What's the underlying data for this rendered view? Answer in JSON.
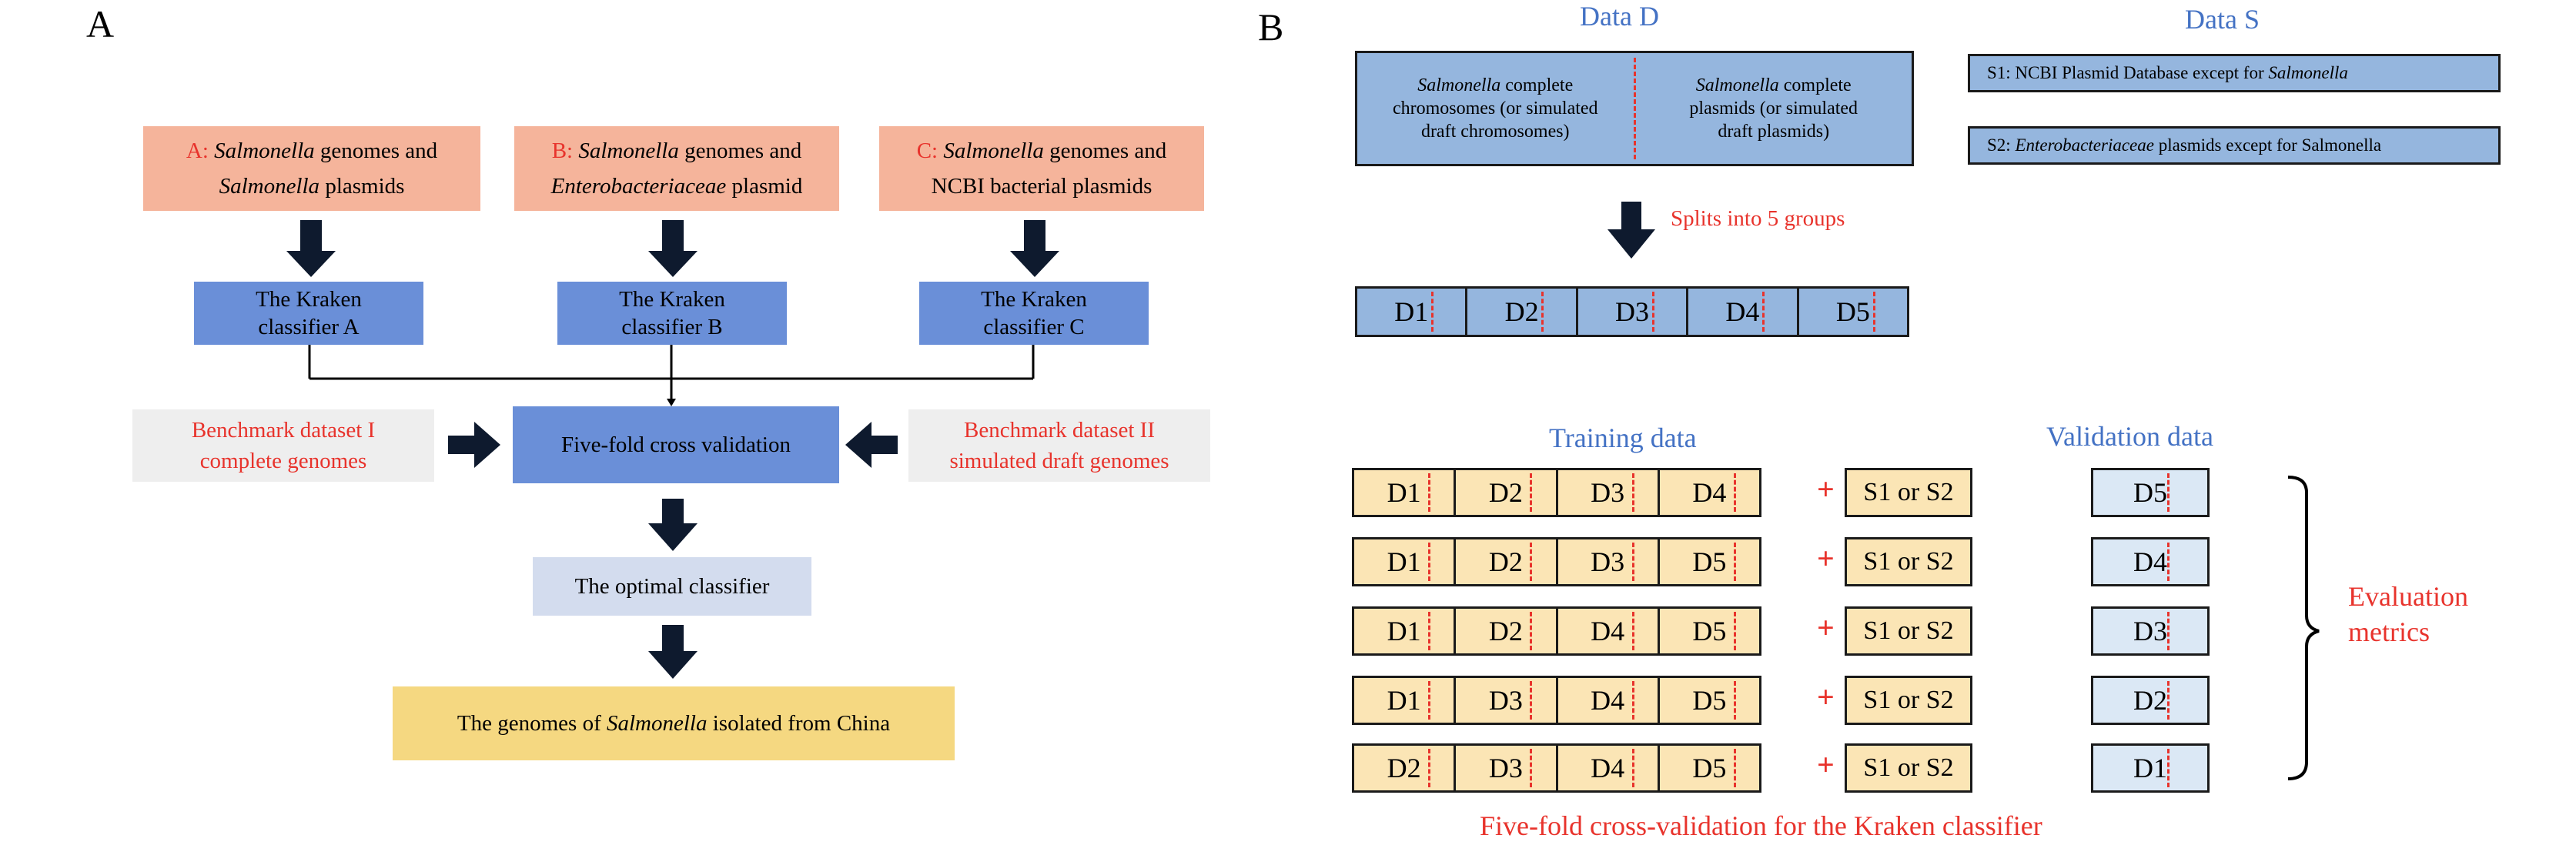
{
  "panel_a": {
    "letter": "A",
    "sources": [
      {
        "prefix": "A: ",
        "italic1": "Salmonella",
        "rest1": " genomes and",
        "italic2": "Salmonella",
        "rest2": " plasmids"
      },
      {
        "prefix": "B: ",
        "italic1": "Salmonella",
        "rest1": " genomes and",
        "italic2": "Enterobacteriaceae",
        "rest2": " plasmid"
      },
      {
        "prefix": "C: ",
        "italic1": "Salmonella",
        "rest1": " genomes and",
        "italic2": "",
        "rest2": "NCBI bacterial plasmids"
      }
    ],
    "classifiers": [
      {
        "line1": "The Kraken",
        "line2": "classifier A"
      },
      {
        "line1": "The Kraken",
        "line2": "classifier B"
      },
      {
        "line1": "The Kraken",
        "line2": "classifier C"
      }
    ],
    "benchmark_left": {
      "line1": "Benchmark dataset I",
      "line2": "complete genomes"
    },
    "benchmark_right": {
      "line1": "Benchmark dataset II",
      "line2": "simulated draft genomes"
    },
    "cross_validation": "Five-fold cross validation",
    "optimal": "The optimal classifier",
    "china": {
      "pre": "The genomes of ",
      "italic": "Salmonella",
      "post": " isolated from China"
    }
  },
  "panel_b": {
    "letter": "B",
    "data_d_title": "Data D",
    "data_s_title": "Data S",
    "data_d_left": {
      "italic": "Salmonella",
      "rest": " complete",
      "line2": "chromosomes (or simulated",
      "line3": "draft chromosomes)"
    },
    "data_d_right": {
      "italic": "Salmonella",
      "rest": " complete",
      "line2": "plasmids (or simulated",
      "line3": "draft plasmids)"
    },
    "s1": {
      "pre": "S1: NCBI Plasmid Database except for ",
      "italic": "Salmonella"
    },
    "s2": {
      "pre": "S2: ",
      "italic": "Enterobacteriaceae",
      "post": " plasmids except for Salmonella"
    },
    "splits_label": "Splits into 5 groups",
    "groups": [
      "D1",
      "D2",
      "D3",
      "D4",
      "D5"
    ],
    "training_title": "Training data",
    "validation_title": "Validation data",
    "folds": [
      {
        "train": [
          "D1",
          "D2",
          "D3",
          "D4"
        ],
        "plus": "+",
        "extra": "S1 or S2",
        "val": "D5"
      },
      {
        "train": [
          "D1",
          "D2",
          "D3",
          "D5"
        ],
        "plus": "+",
        "extra": "S1 or S2",
        "val": "D4"
      },
      {
        "train": [
          "D1",
          "D2",
          "D4",
          "D5"
        ],
        "plus": "+",
        "extra": "S1 or S2",
        "val": "D3"
      },
      {
        "train": [
          "D1",
          "D3",
          "D4",
          "D5"
        ],
        "plus": "+",
        "extra": "S1 or S2",
        "val": "D2"
      },
      {
        "train": [
          "D2",
          "D3",
          "D4",
          "D5"
        ],
        "plus": "+",
        "extra": "S1 or S2",
        "val": "D1"
      }
    ],
    "evaluation": {
      "line1": "Evaluation",
      "line2": "metrics"
    },
    "caption": "Five-fold cross-validation for the Kraken classifier"
  }
}
